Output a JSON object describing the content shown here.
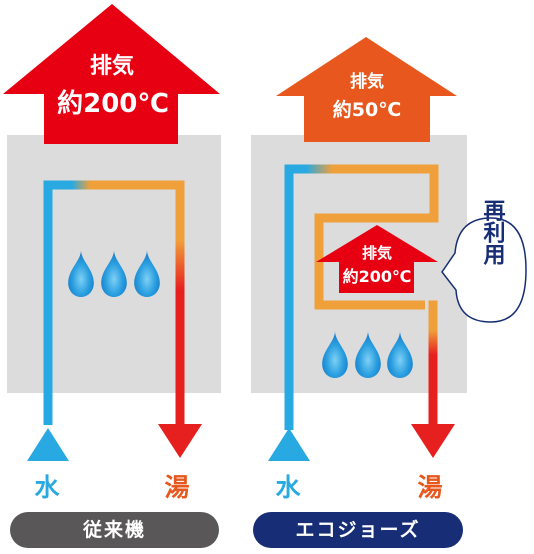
{
  "conventional": {
    "exhaust_label": "排気",
    "exhaust_temp": "約200℃",
    "water_label": "水",
    "hot_water_label": "湯",
    "caption": "従来機"
  },
  "eco": {
    "exhaust_label": "排気",
    "exhaust_temp": "約50℃",
    "inner_exhaust_label": "排気",
    "inner_exhaust_temp": "約200℃",
    "reuse_bubble": "再利用",
    "water_label": "水",
    "hot_water_label": "湯",
    "caption": "エコジョーズ"
  },
  "colors": {
    "cold_water": "#29a9e1",
    "warm_pipe": "#f0a03a",
    "hot_water": "#e61f1f",
    "exhaust_hot": "#e60012",
    "exhaust_warm": "#e8581e",
    "unit_body": "#dcdcdd",
    "flame": "#2a9fe0"
  },
  "icons": [
    "flame-icon",
    "water-inlet-arrow-icon",
    "hot-water-outlet-arrow-icon",
    "exhaust-arrow-icon"
  ]
}
